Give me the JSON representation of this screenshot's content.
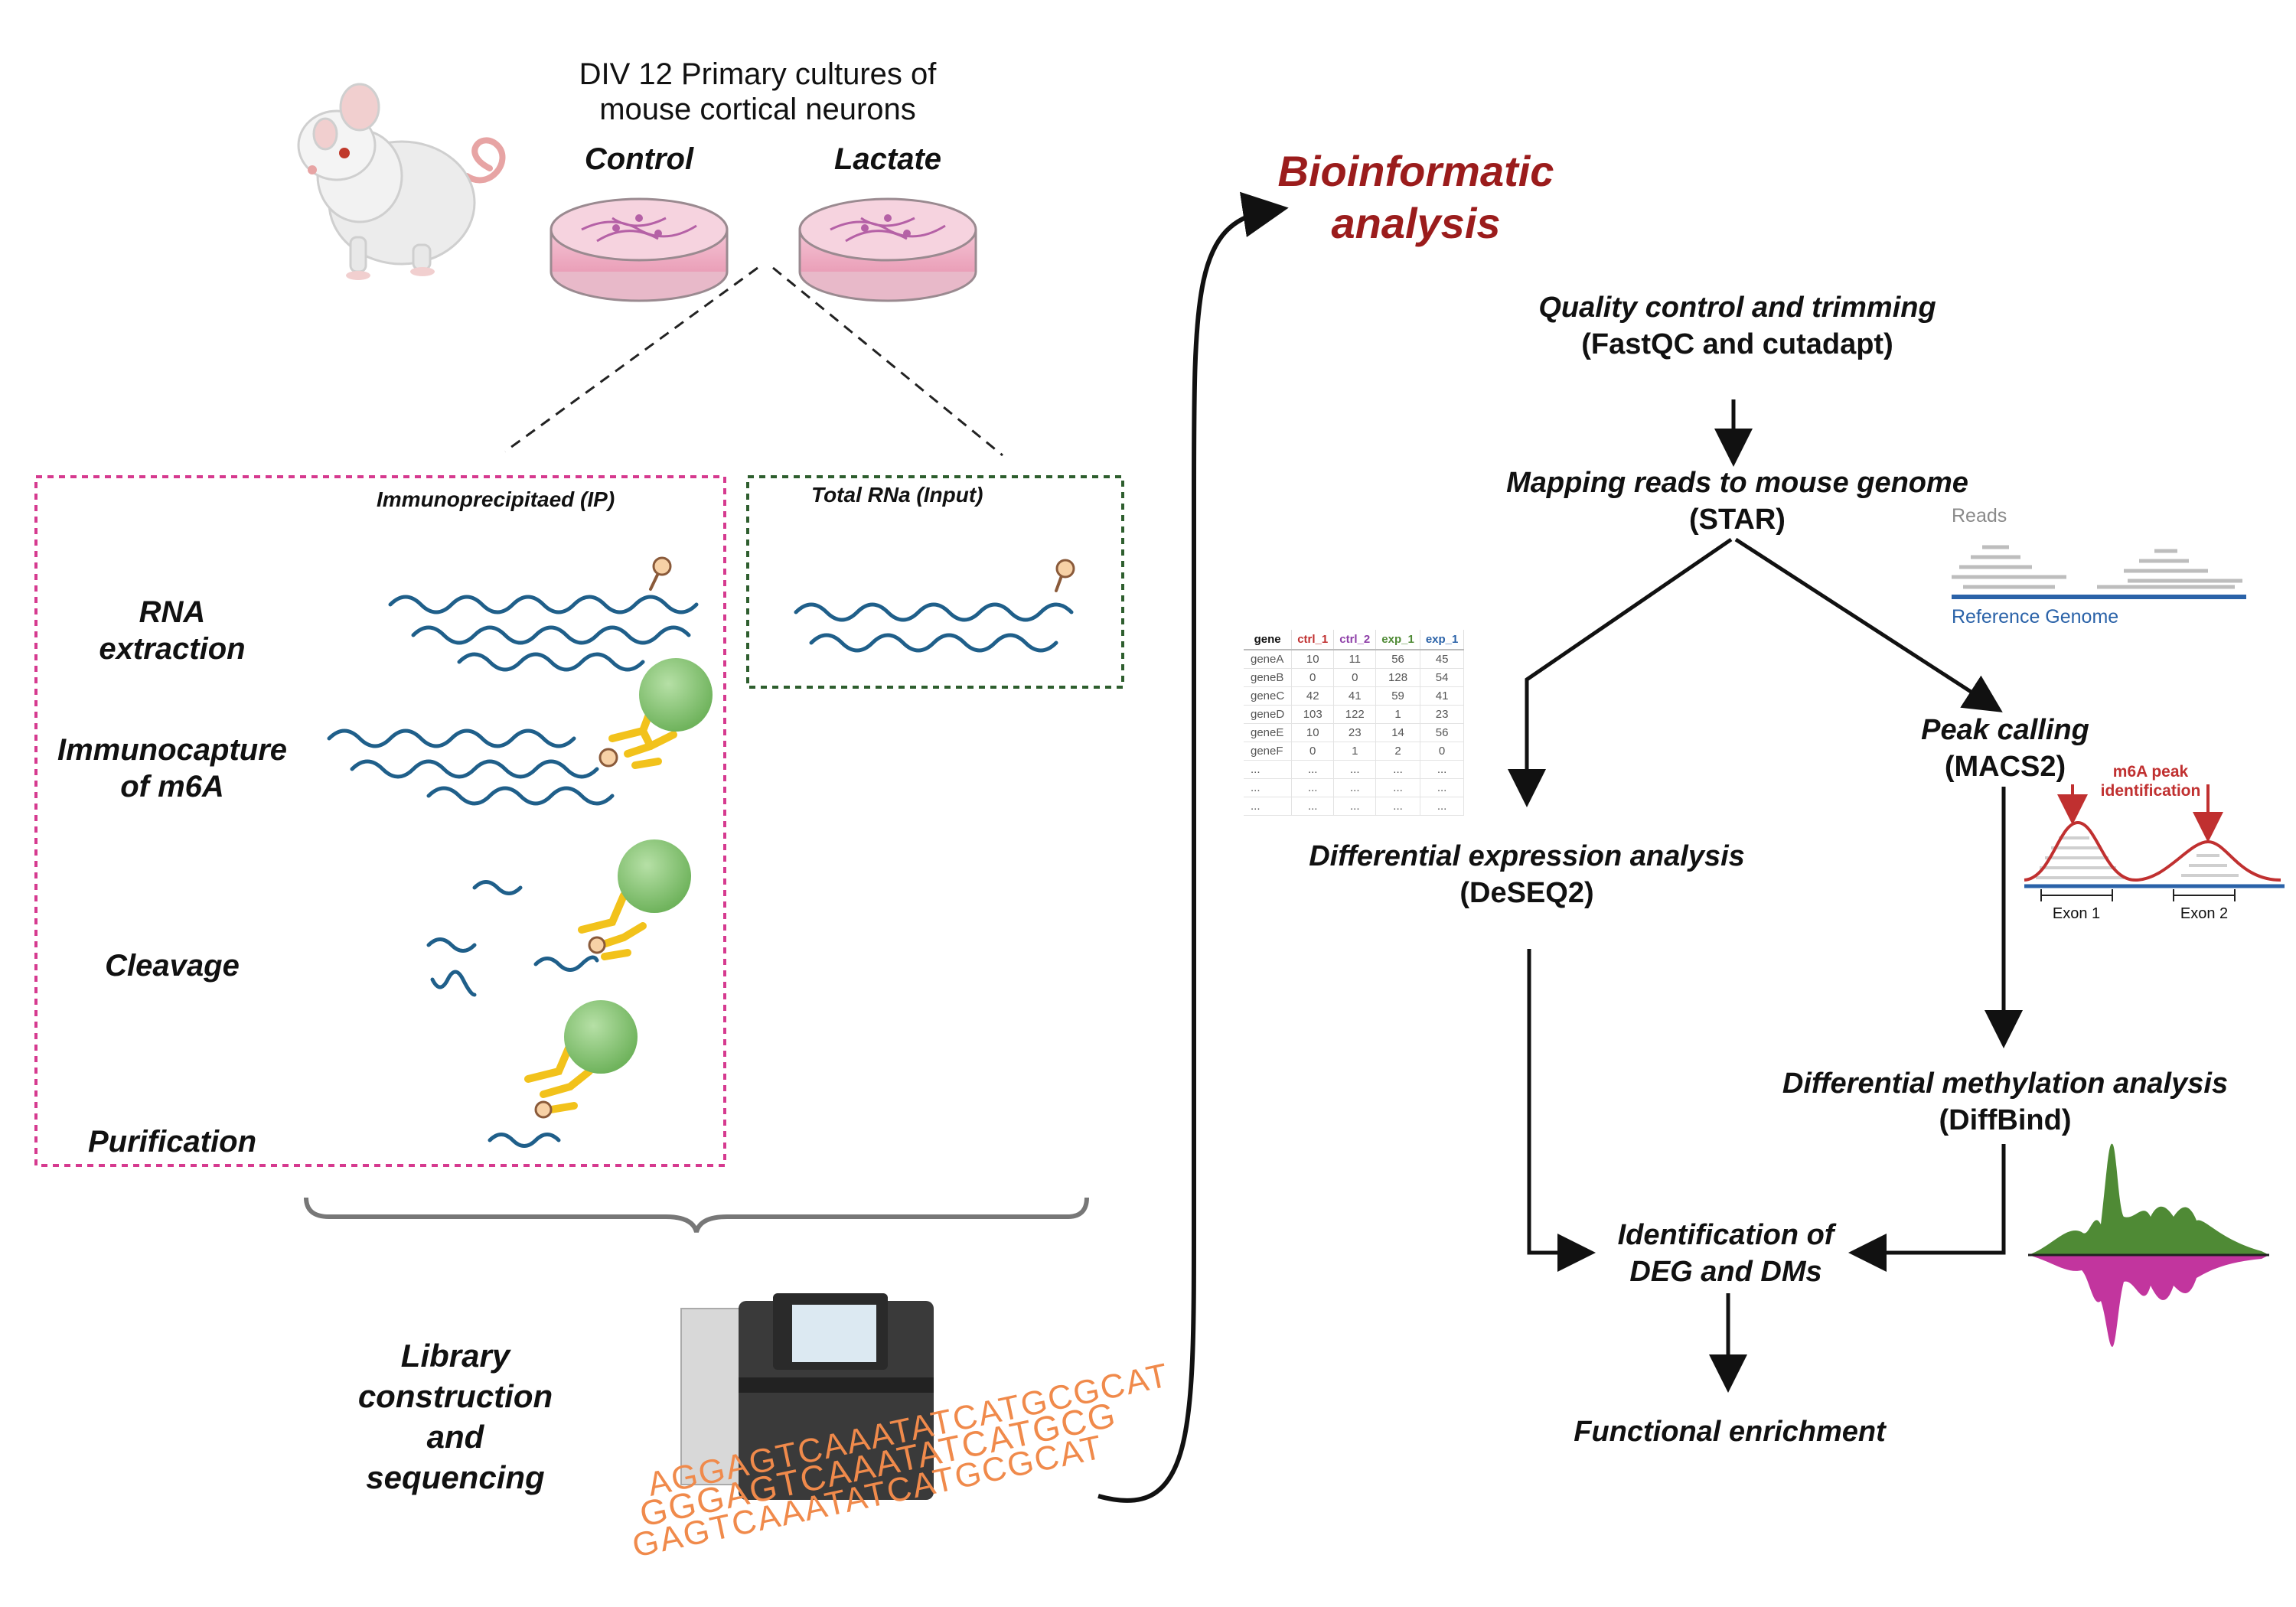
{
  "header": {
    "culture_line1": "DIV 12 Primary cultures of",
    "culture_line2": "mouse cortical neurons",
    "control": "Control",
    "lactate": "Lactate"
  },
  "wetlab": {
    "ip_label": "Immunoprecipitaed (IP)",
    "input_label": "Total RNa (Input)",
    "steps": {
      "rna_extraction_1": "RNA",
      "rna_extraction_2": "extraction",
      "immunocapture_1": "Immunocapture",
      "immunocapture_2": "of m6A",
      "cleavage": "Cleavage",
      "purification": "Purification"
    },
    "library_1": "Library",
    "library_2": "construction",
    "library_3": "and",
    "library_4": "sequencing",
    "sequences": [
      "AGGAGTCAAATATCATGCGCAT",
      "GGGAGTCAAATATCATGCG",
      "GAGTCAAATATCATGCGCAT"
    ]
  },
  "bioinfo": {
    "title_1": "Bioinformatic",
    "title_2": "analysis",
    "qc_1": "Quality control and trimming",
    "qc_2": "(FastQC and cutadapt)",
    "map_1": "Mapping reads to mouse genome",
    "map_2": "(STAR)",
    "reads_label": "Reads",
    "reference_label": "Reference Genome",
    "peak_1": "Peak calling",
    "peak_2": "(MACS2)",
    "peak_annot_1": "m6A peak",
    "peak_annot_2": "identification",
    "exon1": "Exon 1",
    "exon2": "Exon 2",
    "dea_1": "Differential expression analysis",
    "dea_2": "(DeSEQ2)",
    "dma_1": "Differential methylation analysis",
    "dma_2": "(DiffBind)",
    "id_1": "Identification of",
    "id_2": "DEG and DMs",
    "functional": "Functional enrichment"
  },
  "count_table": {
    "headers": [
      "gene",
      "ctrl_1",
      "ctrl_2",
      "exp_1",
      "exp_1"
    ],
    "rows": [
      [
        "geneA",
        "10",
        "11",
        "56",
        "45"
      ],
      [
        "geneB",
        "0",
        "0",
        "128",
        "54"
      ],
      [
        "geneC",
        "42",
        "41",
        "59",
        "41"
      ],
      [
        "geneD",
        "103",
        "122",
        "1",
        "23"
      ],
      [
        "geneE",
        "10",
        "23",
        "14",
        "56"
      ],
      [
        "geneF",
        "0",
        "1",
        "2",
        "0"
      ],
      [
        "...",
        "...",
        "...",
        "...",
        "..."
      ],
      [
        "...",
        "...",
        "...",
        "...",
        "..."
      ],
      [
        "...",
        "...",
        "...",
        "...",
        "..."
      ]
    ]
  },
  "colors": {
    "bioinfo_title": "#9b1c1c",
    "ip_border": "#d63a8f",
    "input_border": "#2e5e2e",
    "rna": "#1f5f8a",
    "bead": "#8cc97a",
    "antibody": "#f2c21b",
    "dna_text": "#f08a4b",
    "reference": "#2a62a8",
    "peak": "#c03030",
    "diff_up": "#4f8a35",
    "diff_down": "#c2359e"
  }
}
